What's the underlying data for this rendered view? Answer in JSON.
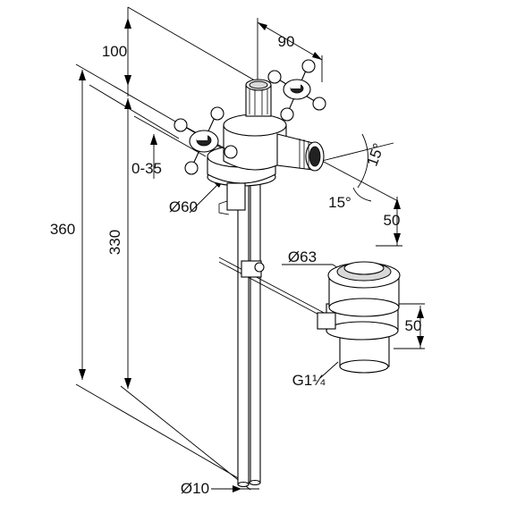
{
  "dimensions": {
    "top_height": "100",
    "outlet_spacing": "90",
    "adjust_range": "0-35",
    "body_diameter": "Ø60",
    "total_height": "360",
    "rod_length": "330",
    "angle_upper": "15°",
    "angle_lower": "15°",
    "outlet_height": "50",
    "waste_diameter": "Ø63",
    "waste_height": "50",
    "thread": "G1¼",
    "rod_diameter": "Ø10"
  }
}
